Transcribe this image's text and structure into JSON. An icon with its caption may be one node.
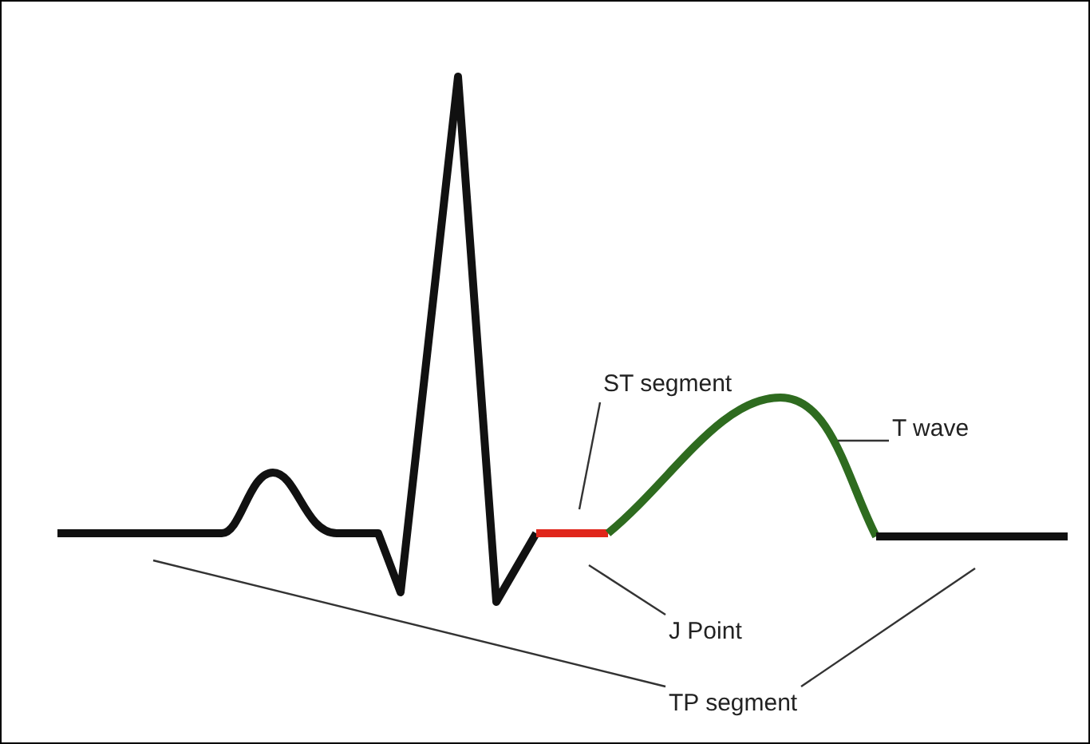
{
  "diagram": {
    "nodes": [
      {
        "text": [
          "ST segment"
        ]
      },
      {
        "text": [
          "T wave"
        ]
      },
      {
        "text": [
          "J Point"
        ]
      },
      {
        "text": [
          "TP segment"
        ]
      }
    ],
    "edges": [
      {
        "from": 0,
        "to": null,
        "arrow": "none"
      },
      {
        "from": 1,
        "to": null,
        "arrow": "none"
      },
      {
        "from": 2,
        "to": null,
        "arrow": "none"
      },
      {
        "from": 3,
        "to": null,
        "arrow": "none"
      },
      {
        "from": 3,
        "to": null,
        "arrow": "none"
      }
    ]
  }
}
